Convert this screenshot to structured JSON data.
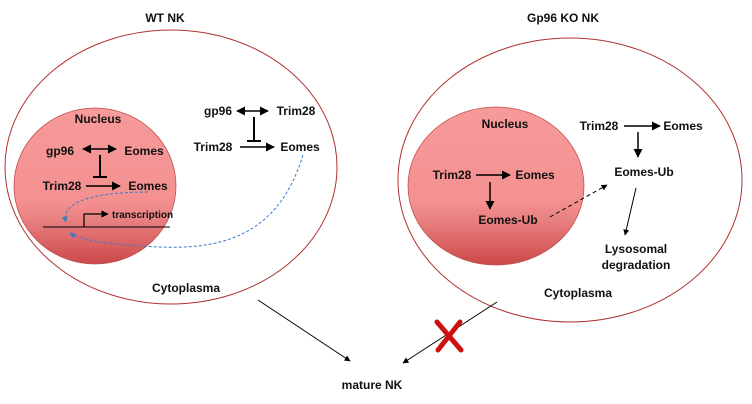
{
  "left_cell": {
    "title": "WT NK",
    "nucleus_label": "Nucleus",
    "nucleus": {
      "gp96": "gp96",
      "eomes1": "Eomes",
      "trim28": "Trim28",
      "eomes2": "Eomes",
      "transcription": "transcription"
    },
    "cytoplasm": {
      "gp96": "gp96",
      "trim28_top": "Trim28",
      "trim28": "Trim28",
      "eomes": "Eomes"
    },
    "cytoplasm_label": "Cytoplasma"
  },
  "right_cell": {
    "title": "Gp96 KO NK",
    "nucleus_label": "Nucleus",
    "nucleus": {
      "trim28": "Trim28",
      "eomes": "Eomes",
      "eomes_ub": "Eomes-Ub"
    },
    "cytoplasm": {
      "trim28": "Trim28",
      "eomes": "Eomes",
      "eomes_ub": "Eomes-Ub",
      "degradation_line1": "Lysosomal",
      "degradation_line2": "degradation"
    },
    "cytoplasm_label": "Cytoplasma"
  },
  "outcome": "mature NK",
  "colors": {
    "nucleus": "#f59090",
    "membrane": "#b03030",
    "dashed": "#3a7bc8",
    "blocked": "#cc1111"
  }
}
